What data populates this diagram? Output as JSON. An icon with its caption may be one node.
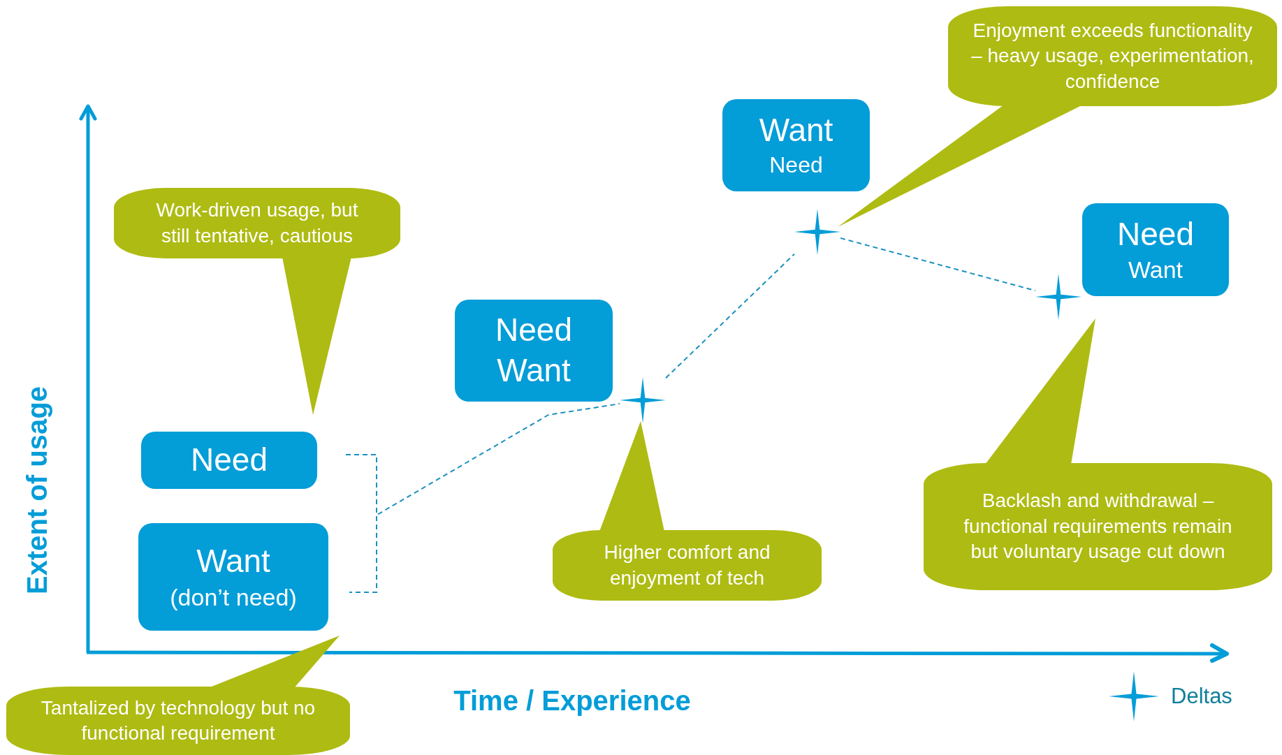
{
  "diagram": {
    "nodes": [
      {
        "text": [
          "Enjoyment exceeds functionality – heavy usage, experimentation, confidence"
        ]
      },
      {
        "text": [
          "Want",
          "Need"
        ]
      },
      {
        "text": [
          "Work-driven usage, but still tentative, cautious"
        ]
      },
      {
        "text": [],
        "shape": "star"
      },
      {
        "text": [
          "Need",
          "Want"
        ]
      },
      {
        "text": [],
        "shape": "star"
      },
      {
        "text": [
          "Need",
          "Want"
        ]
      },
      {
        "text": [],
        "shape": "star"
      },
      {
        "text": [
          "Need"
        ]
      },
      {
        "text": [
          "Backlash and withdrawal – functional requirements remain but voluntary usage cut down"
        ]
      },
      {
        "text": [
          "Want",
          "(don’t need)"
        ]
      },
      {
        "text": [
          "Higher comfort and enjoyment of tech"
        ]
      },
      {
        "text": [
          "Tantalized by technology but no functional requirement"
        ]
      },
      {
        "text": [],
        "shape": "bracket"
      }
    ],
    "edges": [
      {
        "from": 13,
        "to": 7,
        "arrow": "none",
        "style": "dashed"
      },
      {
        "from": 7,
        "to": 3,
        "arrow": "none",
        "style": "dashed"
      },
      {
        "from": 3,
        "to": 5,
        "arrow": "none",
        "style": "dashed"
      }
    ],
    "labels": [
      "Extent of usage",
      "Time / Experience"
    ],
    "legend": [
      {
        "text": "Deltas"
      }
    ]
  }
}
